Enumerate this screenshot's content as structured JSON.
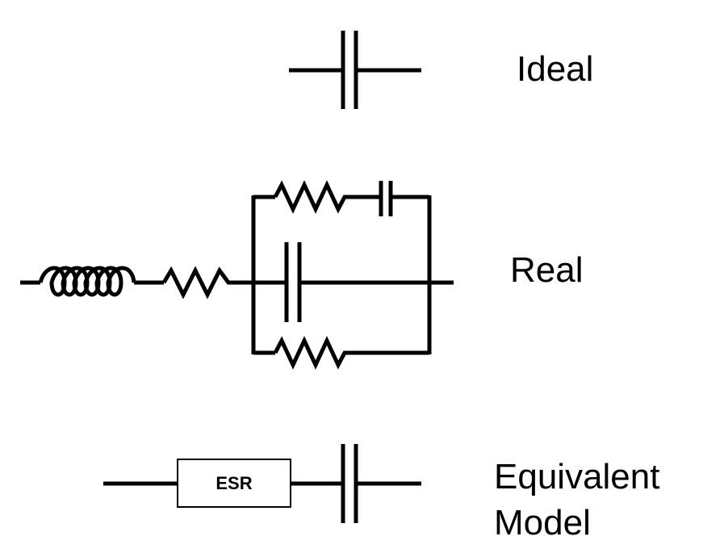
{
  "labels": {
    "ideal": "Ideal",
    "real": "Real",
    "equivalent_line1": "Equivalent",
    "equivalent_line2": "Model"
  },
  "components": {
    "esr_box_text": "ESR"
  },
  "colors": {
    "stroke": "#000000",
    "background": "#ffffff"
  }
}
